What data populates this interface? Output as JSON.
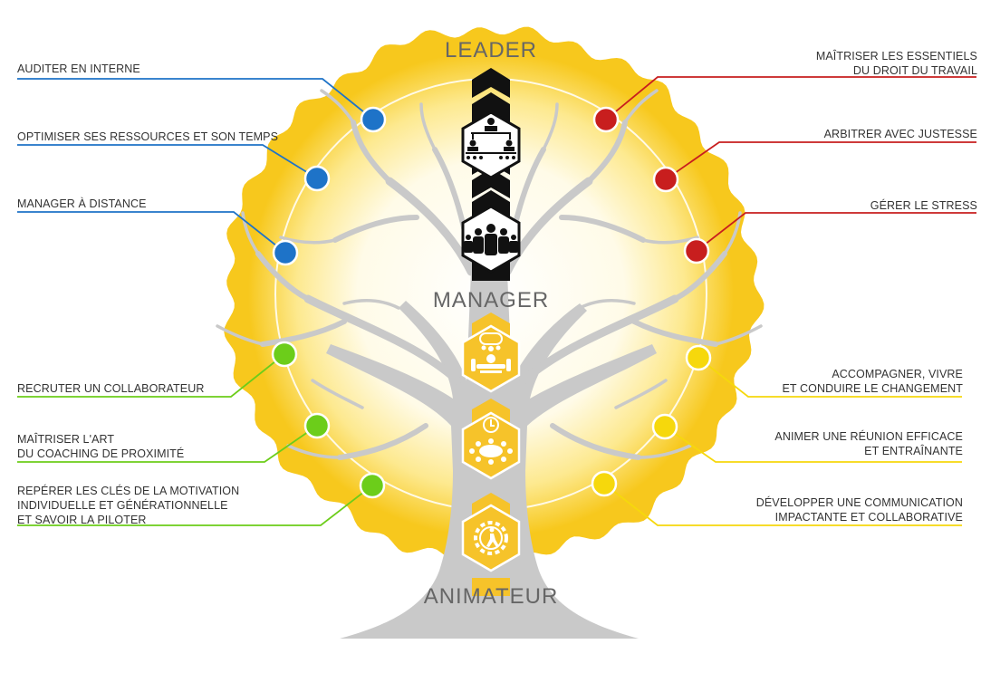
{
  "levels": {
    "leader": "LEADER",
    "manager": "MANAGER",
    "animateur": "ANIMATEUR"
  },
  "colors": {
    "blue": "#1e73c8",
    "red": "#c81e1e",
    "green": "#6ccd1a",
    "yellow": "#f6d80c",
    "crown": "#f7c81d",
    "tree": "#c8c8c8",
    "black_chevron": "#111111",
    "gold_chevron": "#f6c32a"
  },
  "skills": {
    "blue": [
      {
        "lines": [
          "AUDITER EN INTERNE"
        ]
      },
      {
        "lines": [
          "OPTIMISER SES RESSOURCES ET SON TEMPS"
        ]
      },
      {
        "lines": [
          "MANAGER À DISTANCE"
        ]
      }
    ],
    "red": [
      {
        "lines": [
          "MAÎTRISER LES ESSENTIELS",
          "DU DROIT DU TRAVAIL"
        ]
      },
      {
        "lines": [
          "ARBITRER AVEC JUSTESSE"
        ]
      },
      {
        "lines": [
          "GÉRER LE STRESS"
        ]
      }
    ],
    "green": [
      {
        "lines": [
          "RECRUTER UN COLLABORATEUR"
        ]
      },
      {
        "lines": [
          "MAÎTRISER L'ART",
          "DU COACHING DE PROXIMITÉ"
        ]
      },
      {
        "lines": [
          "REPÉRER LES CLÉS DE LA MOTIVATION",
          "INDIVIDUELLE ET GÉNÉRATIONNELLE",
          "ET SAVOIR LA PILOTER"
        ]
      }
    ],
    "yellow": [
      {
        "lines": [
          "ACCOMPAGNER, VIVRE",
          "ET CONDUIRE LE CHANGEMENT"
        ]
      },
      {
        "lines": [
          "ANIMER UNE RÉUNION EFFICACE",
          "ET ENTRAÎNANTE"
        ]
      },
      {
        "lines": [
          "DÉVELOPPER UNE COMMUNICATION",
          "IMPACTANTE ET COLLABORATIVE"
        ]
      }
    ]
  },
  "icons": [
    "org-chart-icon",
    "team-group-icon",
    "meeting-table-icon",
    "clock-meeting-icon",
    "gear-walker-icon"
  ]
}
